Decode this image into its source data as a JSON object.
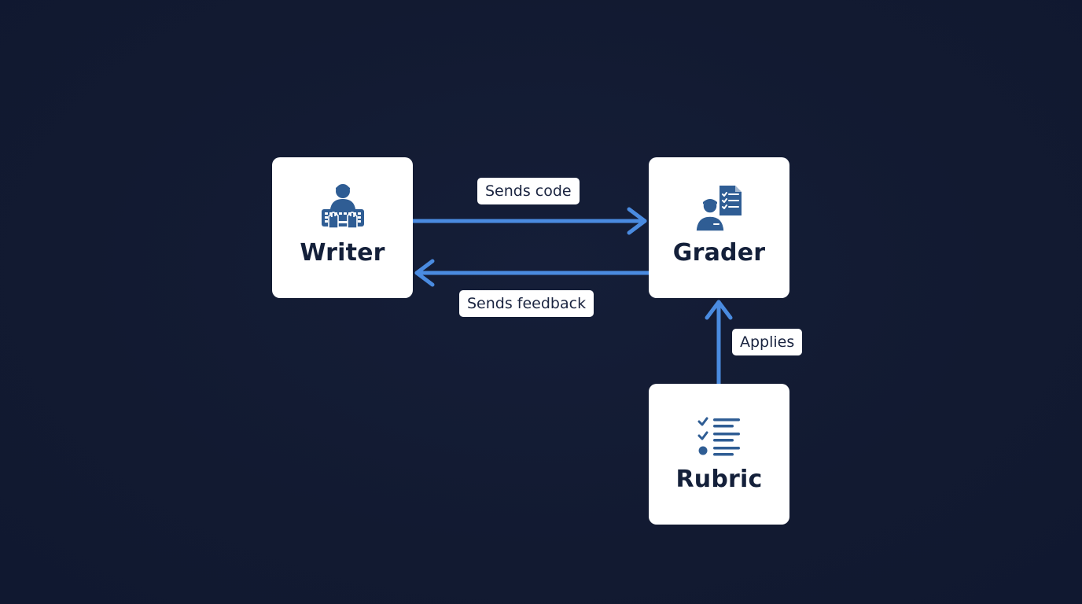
{
  "diagram": {
    "nodes": {
      "writer": {
        "label": "Writer",
        "icon": "person-typing-keyboard-icon"
      },
      "grader": {
        "label": "Grader",
        "icon": "person-with-checklist-document-icon"
      },
      "rubric": {
        "label": "Rubric",
        "icon": "checklist-icon"
      }
    },
    "edges": {
      "sends_code": {
        "from": "writer",
        "to": "grader",
        "label": "Sends code"
      },
      "sends_feedback": {
        "from": "grader",
        "to": "writer",
        "label": "Sends feedback"
      },
      "applies": {
        "from": "rubric",
        "to": "grader",
        "label": "Applies"
      }
    }
  },
  "colors": {
    "background": "#131b33",
    "node_fill": "#ffffff",
    "node_text": "#14203a",
    "icon": "#2f5d94",
    "arrow": "#4a8be0"
  }
}
